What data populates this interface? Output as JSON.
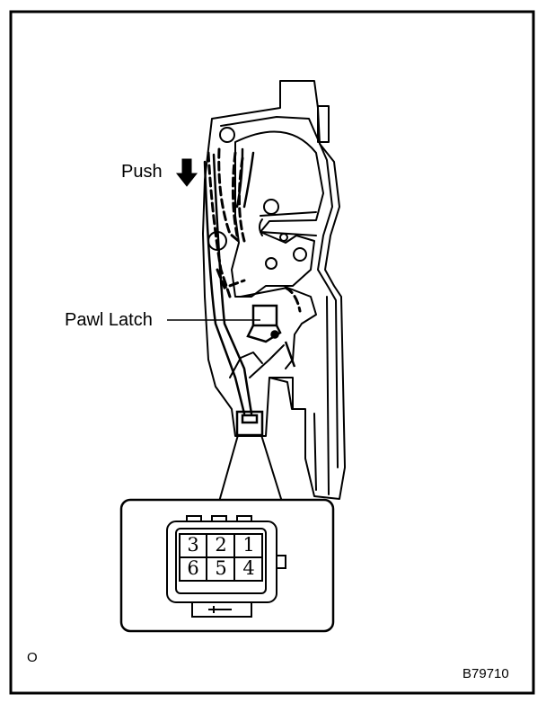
{
  "labels": {
    "push": "Push",
    "pawl_latch": "Pawl Latch",
    "corner_mark": "O",
    "figure_code": "B79710"
  },
  "connector": {
    "pins_top": [
      "3",
      "2",
      "1"
    ],
    "pins_bottom": [
      "6",
      "5",
      "4"
    ]
  },
  "icons": {
    "push_arrow": "arrow-down-icon"
  }
}
